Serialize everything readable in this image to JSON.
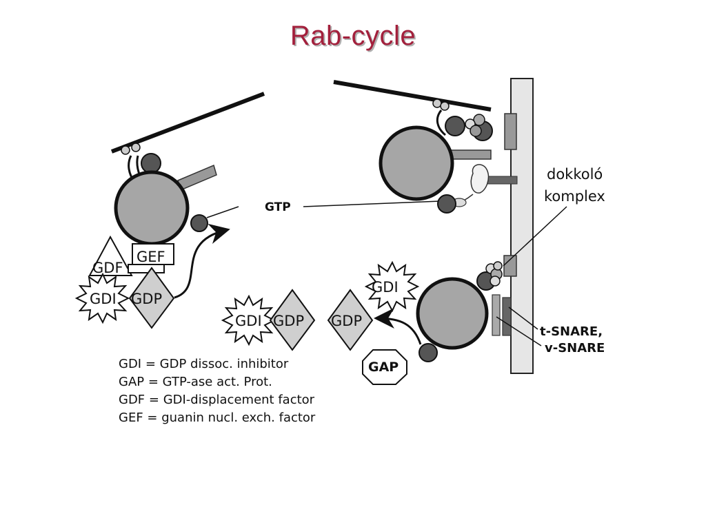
{
  "title": "Rab-cycle",
  "labels": {
    "gef": "GEF",
    "gdf": "GDF",
    "gdi": "GDI",
    "gdp": "GDP",
    "gtp": "GTP",
    "gap": "GAP",
    "dock_line1": "dokkoló",
    "dock_line2": "komplex",
    "snare_line1": "t-SNARE,",
    "snare_line2": "v-SNARE"
  },
  "legend": [
    "GDI = GDP dissoc. inhibitor",
    "GAP = GTP-ase act. Prot.",
    "GDF = GDI-displacement factor",
    "GEF = guanin nucl. exch. factor"
  ],
  "colors": {
    "title": "#a3203c",
    "vesicle": "#a6a6a6",
    "dark_node": "#555555",
    "diamond": "#cfcfcf",
    "membrane": "#e6e6e6"
  }
}
